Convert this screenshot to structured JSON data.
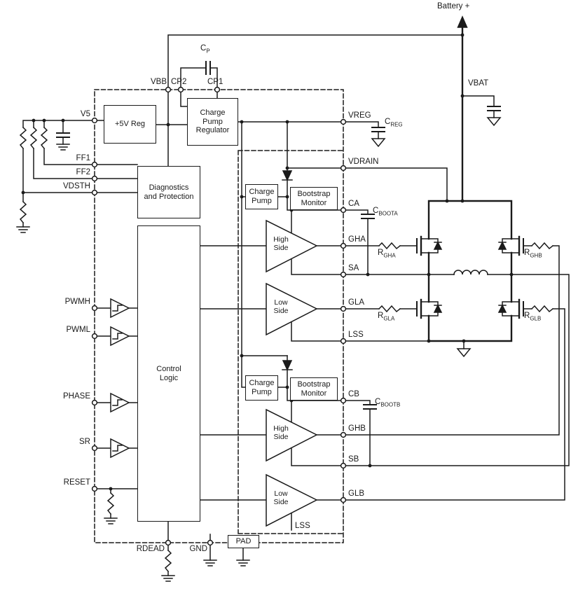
{
  "labels": {
    "battery": "Battery +",
    "vbat": "VBAT",
    "vbb": "VBB",
    "cp2": "CP2",
    "cp1": "CP1",
    "v5": "V5",
    "ff1": "FF1",
    "ff2": "FF2",
    "vdsth": "VDSTH",
    "pwmh": "PWMH",
    "pwml": "PWML",
    "phase": "PHASE",
    "sr": "SR",
    "reset": "RESET",
    "rdead": "RDEAD",
    "gnd": "GND",
    "vreg": "VREG",
    "vdrain": "VDRAIN",
    "ca": "CA",
    "gha": "GHA",
    "sa": "SA",
    "gla": "GLA",
    "lss": "LSS",
    "cb": "CB",
    "ghb": "GHB",
    "sb": "SB",
    "glb": "GLB",
    "lss2": "LSS"
  },
  "blocks": {
    "reg5v": "+5V Reg",
    "charge_pump_regulator": "Charge Pump Regulator",
    "diagnostics": "Diagnostics and Protection",
    "control_logic": "Control Logic",
    "charge_pump_a": "Charge Pump",
    "bootstrap_monitor_a": "Bootstrap Monitor",
    "charge_pump_b": "Charge Pump",
    "bootstrap_monitor_b": "Bootstrap Monitor",
    "high_side_a": "High Side",
    "low_side_a": "Low Side",
    "high_side_b": "High Side",
    "low_side_b": "Low Side",
    "pad": "PAD"
  },
  "components": {
    "cp": {
      "main": "C",
      "sub": "P"
    },
    "creg": {
      "main": "C",
      "sub": "REG"
    },
    "cboota": {
      "main": "C",
      "sub": "BOOTA"
    },
    "cbootb": {
      "main": "C",
      "sub": "BOOTB"
    },
    "rgha": {
      "main": "R",
      "sub": "GHA"
    },
    "rgla": {
      "main": "R",
      "sub": "GLA"
    },
    "rghb": {
      "main": "R",
      "sub": "GHB"
    },
    "rglb": {
      "main": "R",
      "sub": "GLB"
    }
  },
  "colors": {
    "line": "#1a1a1a",
    "background": "#ffffff"
  }
}
